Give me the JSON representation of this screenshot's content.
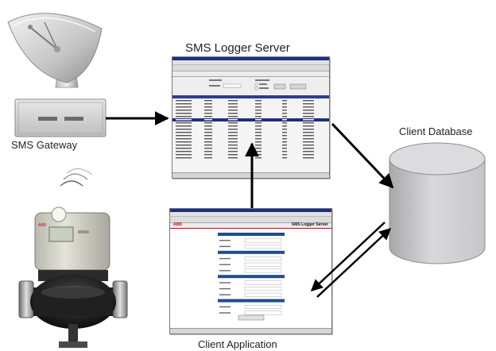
{
  "labels": {
    "server": "SMS Logger Server",
    "gateway": "SMS Gateway",
    "database": "Client Database",
    "client_app": "Client Application"
  },
  "client_app_screen": {
    "logo": "ABB",
    "title": "SMS Logger Server"
  },
  "colors": {
    "window_title": "#1d2f80",
    "table_header": "#2a3f8f",
    "selected_row": "#1d2f80",
    "form_section": "#1e4d8c",
    "logo_red": "#d9001b",
    "arrow": "#000000",
    "device_body": "#d7d6cc",
    "database": "#d0d0d2"
  }
}
